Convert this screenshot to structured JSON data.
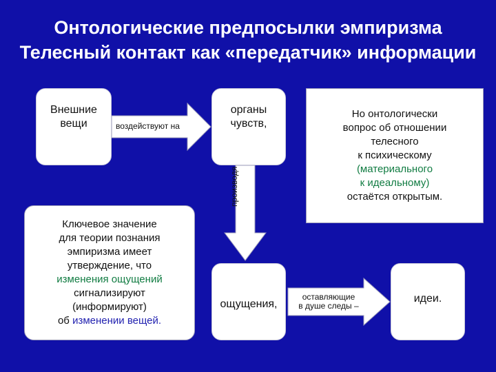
{
  "title_line1": "Онтологические предпосылки эмпиризма",
  "title_line2": "Телесный контакт как «передатчик» информации",
  "nodes": {
    "external_things": "Внешние вещи",
    "sense_organs": "органы чувств,",
    "sensations": "ощущения,",
    "ideas": "идеи."
  },
  "edges": {
    "act_on": "воздействуют на",
    "produce": "производя",
    "leaving_traces_1": "оставляющие",
    "leaving_traces_2": "в душе следы –"
  },
  "question": {
    "l1": "Но онтологически",
    "l2": "вопрос об отношении",
    "l3": "телесного",
    "l4": "к психическому",
    "l5": "(материального",
    "l6": "к идеальному)",
    "l7": "остаётся открытым."
  },
  "key_note": {
    "l1": "Ключевое значение",
    "l2": "для теории познания",
    "l3": "эмпиризма имеет",
    "l4": "утверждение, что",
    "l5": "изменения ощущений",
    "l6": "сигнализируют",
    "l7": "(информируют)",
    "l8_a": "об ",
    "l8_b": "изменении вещей."
  },
  "colors": {
    "background": "#1010a8",
    "box": "#ffffff",
    "highlight_green": "#117c42",
    "highlight_blue": "#2222b0"
  }
}
